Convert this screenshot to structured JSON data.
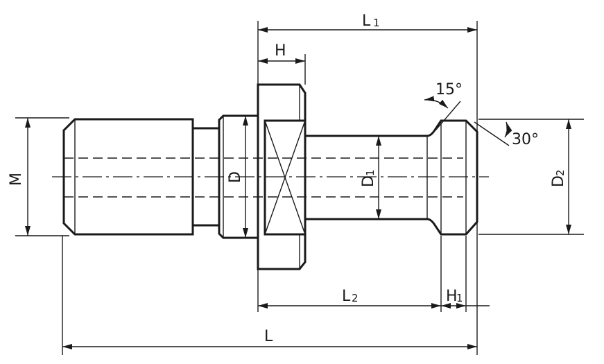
{
  "labels": {
    "L": "L",
    "L1": "L",
    "L1_sub": "1",
    "L2": "L",
    "L2_sub": "2",
    "H": "H",
    "H1": "H",
    "H1_sub": "1",
    "M": "M",
    "D": "D",
    "D1": "D",
    "D1_sub": "1",
    "D2": "D",
    "D2_sub": "2",
    "angle_15": "15°",
    "angle_30": "30°"
  }
}
